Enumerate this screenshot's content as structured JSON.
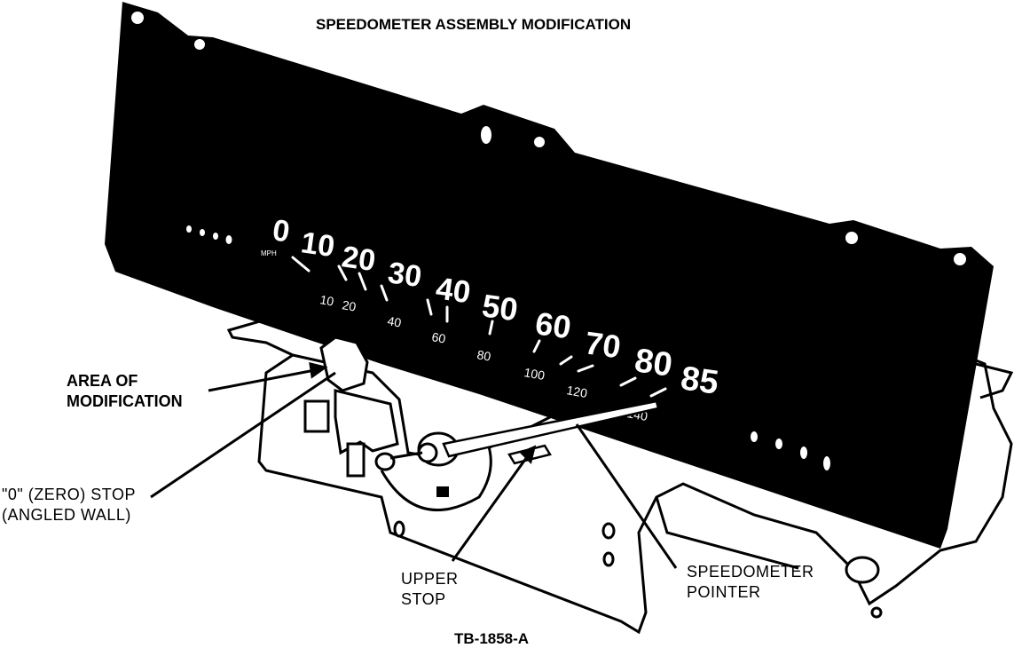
{
  "title": "SPEEDOMETER ASSEMBLY MODIFICATION",
  "callouts": {
    "area_of_modification": [
      "AREA OF",
      "MODIFICATION"
    ],
    "zero_stop": [
      "\"0\" (ZERO) STOP",
      "(ANGLED WALL)"
    ],
    "upper_stop": [
      "UPPER",
      "STOP"
    ],
    "speedometer_pointer": [
      "SPEEDOMETER",
      "POINTER"
    ]
  },
  "dial": {
    "unit": "MPH",
    "mph_marks": [
      "0",
      "10",
      "20",
      "30",
      "40",
      "50",
      "60",
      "70",
      "80",
      "85"
    ],
    "kmh_marks": [
      "10",
      "20",
      "40",
      "60",
      "80",
      "100",
      "120",
      "140"
    ]
  },
  "figure_code": "TB-1858-A"
}
